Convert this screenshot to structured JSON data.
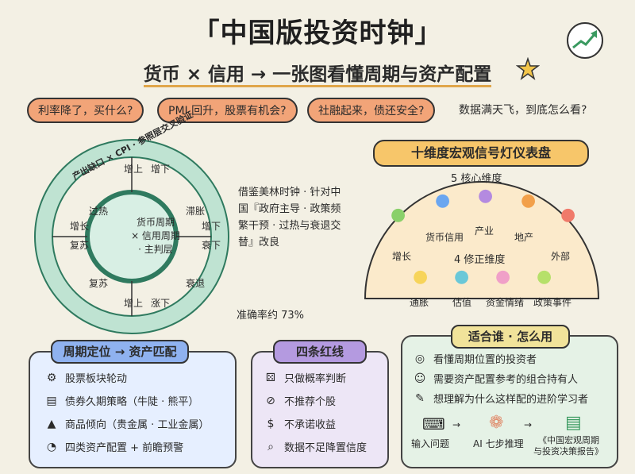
{
  "header": {
    "title": "「中国版投资时钟」",
    "subtitle": "货币 × 信用 → 一张图看懂周期与资产配置"
  },
  "questions": [
    "利率降了，买什么?",
    "PMI 回升，股票有机会?",
    "社融起来，债还安全?",
    "数据满天飞，到底怎么看?"
  ],
  "clock": {
    "ring_text": "产出缺口 × CPI · 参照层交叉验证",
    "center_lines": [
      "货币周期",
      "× 信用周期",
      "· 主判层"
    ],
    "quadrants": {
      "top_left": "过热",
      "top_right": "滞胀",
      "bottom_left": "复苏",
      "bottom_right": "衰退"
    },
    "axis_labels": {
      "top_up": "增上",
      "top_down": "增下",
      "left_up": "增长",
      "left_down": "复苏",
      "right_up": "增下",
      "right_down": "衰下",
      "bottom_up": "增上",
      "bottom_down": "涨下"
    },
    "note": "借鉴美林时钟 · 针对中国『政府主导 · 政策频繁干预 · 过热与衰退交替』改良",
    "accuracy": "准确率约 73%"
  },
  "dashboard": {
    "title": "十维度宏观信号灯仪表盘",
    "core_label": "5 核心维度",
    "core": [
      "增长",
      "货币信用",
      "产业",
      "地产",
      "外部"
    ],
    "fix_label": "4 修正维度",
    "fix": [
      "通胀",
      "估值",
      "资金情绪",
      "政策事件"
    ],
    "colors": {
      "bulb_green": "#8ad06a",
      "bulb_blue": "#6aa6f0",
      "bulb_purple": "#b48ae0",
      "bulb_orange": "#f2a04a",
      "bulb_red": "#f07a6a",
      "bulb_yellow": "#f7d45a",
      "bulb_teal": "#6ac8d8",
      "bulb_pink": "#f0a0c8",
      "bulb_lime": "#b6e06a"
    }
  },
  "panel1": {
    "title": "周期定位 → 资产匹配",
    "items": [
      {
        "icon": "gear-icon",
        "text": "股票板块轮动"
      },
      {
        "icon": "certificate-icon",
        "text": "债券久期策略（牛陡 · 熊平）"
      },
      {
        "icon": "gold-bars-icon",
        "text": "商品倾向（贵金属 · 工业金属）"
      },
      {
        "icon": "pie-warning-icon",
        "text": "四类资产配置 + 前瞻预警"
      }
    ]
  },
  "panel2": {
    "title": "四条红线",
    "items": [
      {
        "icon": "dice-icon",
        "text": "只做概率判断"
      },
      {
        "icon": "no-chart-icon",
        "text": "不推荐个股"
      },
      {
        "icon": "money-bag-icon",
        "text": "不承诺收益"
      },
      {
        "icon": "magnifier-icon",
        "text": "数据不足降置信度"
      }
    ]
  },
  "panel3": {
    "title": "适合谁 · 怎么用",
    "items": [
      {
        "icon": "binoculars-icon",
        "text": "看懂周期位置的投资者"
      },
      {
        "icon": "people-icon",
        "text": "需要资产配置参考的组合持有人"
      },
      {
        "icon": "learner-icon",
        "text": "想理解为什么这样配的进阶学习者"
      }
    ],
    "flow": [
      "输入问题",
      "AI 七步推理",
      "《中国宏观周期",
      "与投资决策报告》"
    ]
  }
}
